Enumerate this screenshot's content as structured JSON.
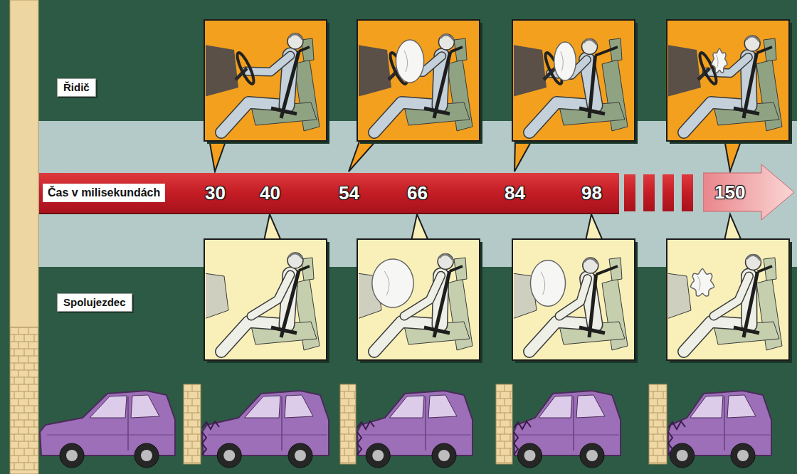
{
  "diagram": {
    "nodes": [
      {
        "text": [
          "Řidič"
        ]
      },
      {
        "text": [
          "Spolujezdec"
        ]
      },
      {
        "text": [
          "Čas v milisekundách",
          "30",
          "40",
          "54",
          "66",
          "84",
          "98"
        ]
      },
      {
        "text": [
          "150"
        ]
      }
    ]
  }
}
